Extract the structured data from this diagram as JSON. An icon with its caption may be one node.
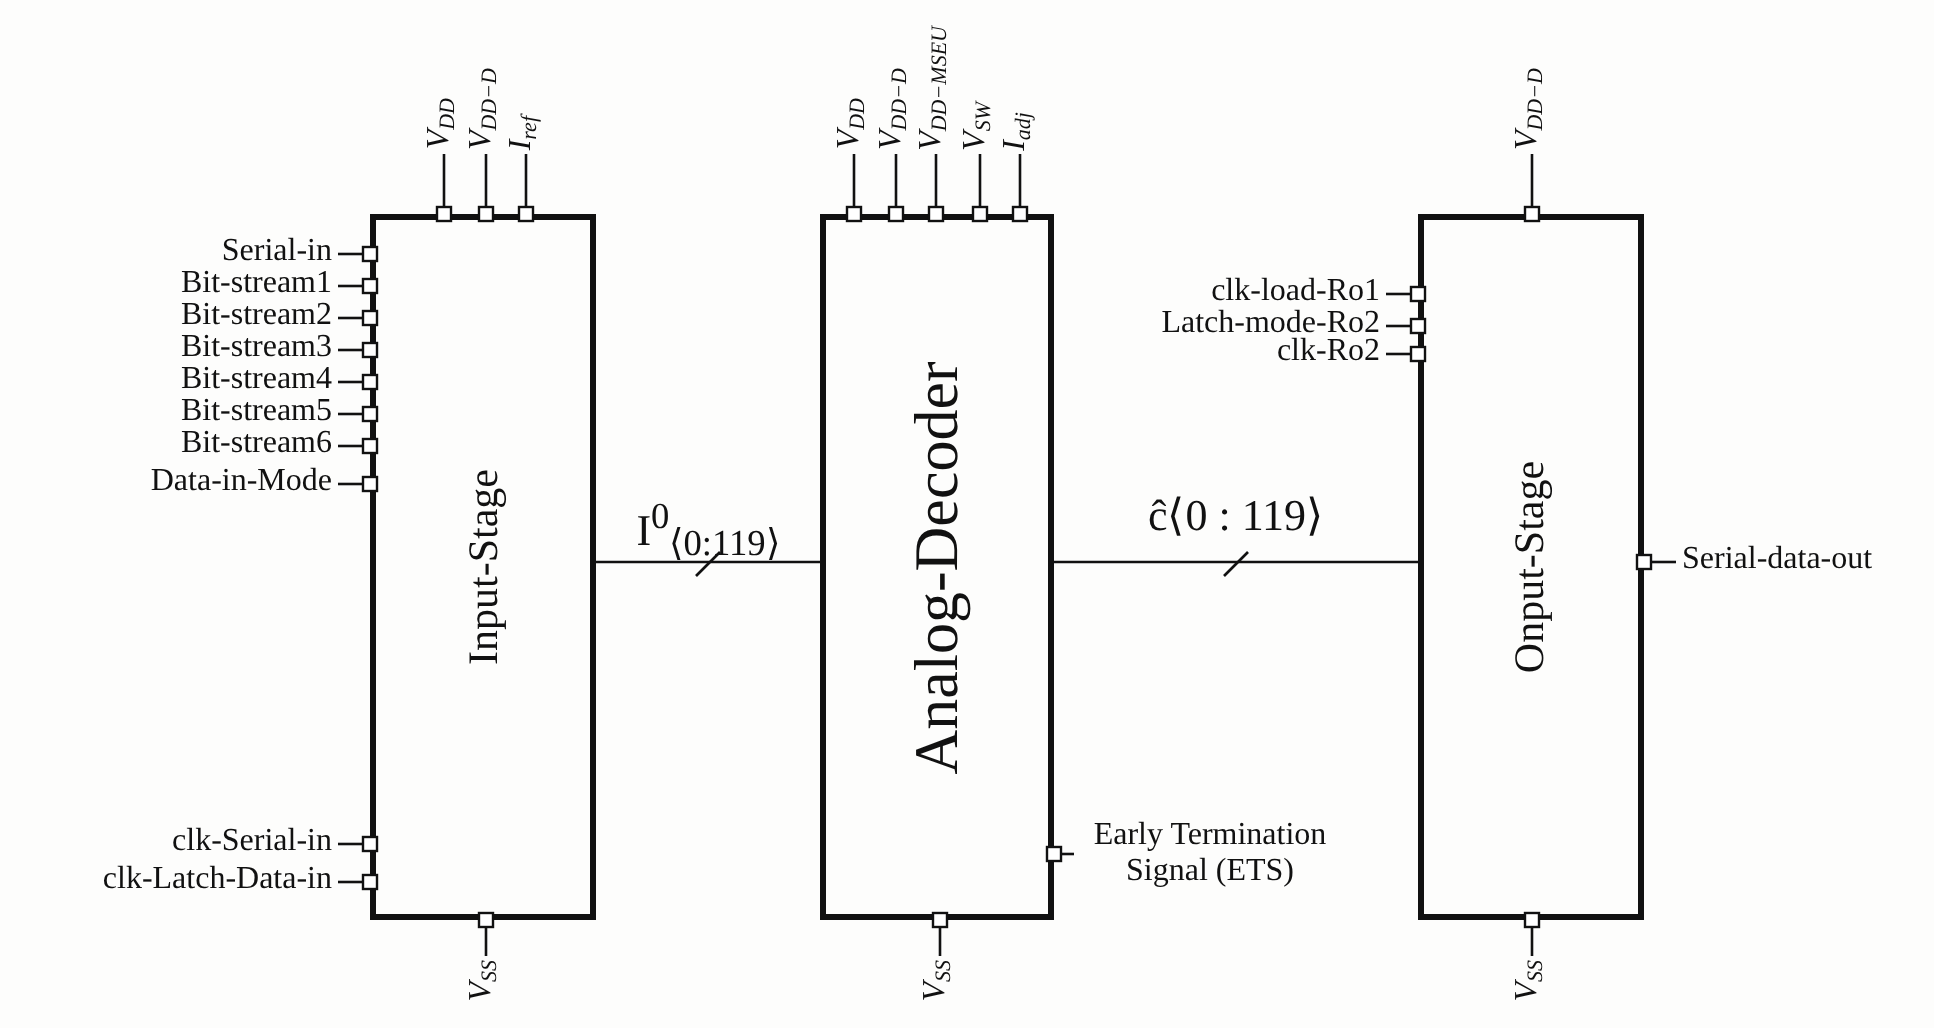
{
  "diagram": {
    "nodes": [
      {
        "text": [
          "Input-Stage"
        ],
        "beside": [
          "V$_{DD}$",
          "V$_{DD−D}$",
          "I$_{ref}$",
          "Serial-in",
          "Bit-stream1",
          "Bit-stream2",
          "Bit-stream3",
          "Bit-stream4",
          "Bit-stream5",
          "Bit-stream6",
          "Data-in-Mode",
          "clk-Serial-in",
          "clk-Latch-Data-in",
          "V$_{SS}$"
        ]
      },
      {
        "text": [
          "Analog-Decoder"
        ],
        "beside": [
          "V$_{DD}$",
          "V$_{DD−D}$",
          "V$_{DD−MSEU}$",
          "V$_{SW}$",
          "I$_{adj}$",
          "Early Termination Signal (ETS)",
          "V$_{SS}$"
        ]
      },
      {
        "text": [
          "Onput-Stage"
        ],
        "beside": [
          "V$_{DD−D}$",
          "clk-load-Ro1",
          "Latch-mode-Ro2",
          "clk-Ro2",
          "Serial-data-out",
          "V$_{SS}$"
        ]
      }
    ],
    "edges": [
      {
        "from": 0,
        "to": 1,
        "arrow": "none",
        "label": "I$^{0}$$_{⟨0:119⟩}$"
      },
      {
        "from": 1,
        "to": 2,
        "arrow": "none",
        "label": "ĉ⟨0 : 119⟩"
      }
    ]
  }
}
